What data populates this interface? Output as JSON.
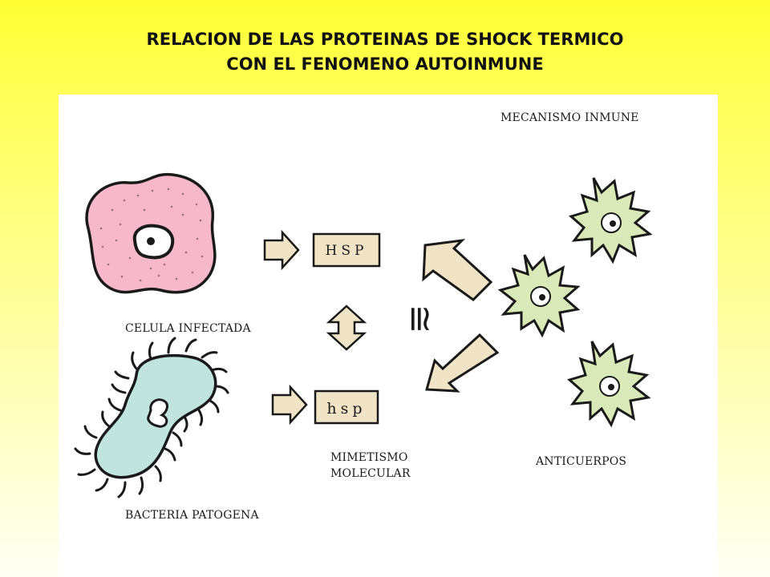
{
  "title": {
    "line1": "RELACION DE LAS PROTEINAS DE SHOCK TERMICO",
    "line2": "CON EL FENOMENO AUTOINMUNE"
  },
  "diagram": {
    "label_mechanism": "MECANISMO INMUNE",
    "label_infected_cell": "CELULA INFECTADA",
    "label_bacteria": "BACTERIA PATOGENA",
    "label_mimicry_1": "MIMETISMO",
    "label_mimicry_2": "MOLECULAR",
    "label_antibodies": "ANTICUERPOS",
    "box_upper": "HSP",
    "box_lower": "hsp",
    "similar_symbol": "≅"
  },
  "colors": {
    "cell_fill": "#f7b8c9",
    "bacteria_fill": "#bfe5de",
    "antibody_fill": "#d9e9b8",
    "arrow_fill": "#f1e4c6"
  }
}
